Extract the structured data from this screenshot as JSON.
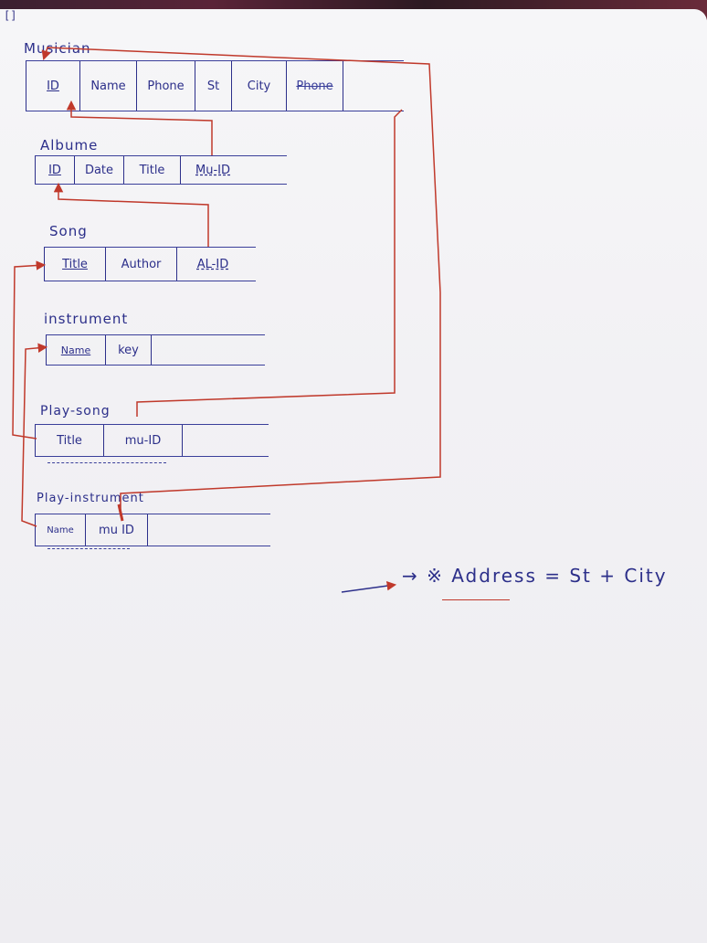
{
  "page_number": "[]",
  "tables": [
    {
      "id": "musician",
      "name": "Musician",
      "columns": [
        {
          "label": "ID",
          "kind": "pk"
        },
        {
          "label": "Name",
          "kind": "plain"
        },
        {
          "label": "Phone",
          "kind": "plain"
        },
        {
          "label": "St",
          "kind": "plain"
        },
        {
          "label": "City",
          "kind": "plain"
        },
        {
          "label": "Phone",
          "kind": "struck"
        }
      ]
    },
    {
      "id": "albume",
      "name": "Albume",
      "columns": [
        {
          "label": "ID",
          "kind": "pk"
        },
        {
          "label": "Date",
          "kind": "plain"
        },
        {
          "label": "Title",
          "kind": "plain"
        },
        {
          "label": "Mu-ID",
          "kind": "fk"
        }
      ]
    },
    {
      "id": "song",
      "name": "Song",
      "columns": [
        {
          "label": "Title",
          "kind": "pk"
        },
        {
          "label": "Author",
          "kind": "plain"
        },
        {
          "label": "AL-ID",
          "kind": "fk"
        }
      ]
    },
    {
      "id": "instrument",
      "name": "instrument",
      "columns": [
        {
          "label": "Name",
          "kind": "pk"
        },
        {
          "label": "key",
          "kind": "plain"
        }
      ]
    },
    {
      "id": "play_song",
      "name": "Play-song",
      "columns": [
        {
          "label": "Title",
          "kind": "plain"
        },
        {
          "label": "mu-ID",
          "kind": "plain"
        }
      ]
    },
    {
      "id": "play_instrument",
      "name": "Play-instrument",
      "columns": [
        {
          "label": "Name",
          "kind": "plain"
        },
        {
          "label": "mu ID",
          "kind": "plain"
        }
      ]
    }
  ],
  "relationships": [
    {
      "from": "Albume.Mu-ID",
      "to": "Musician.ID"
    },
    {
      "from": "Song.AL-ID",
      "to": "Albume.ID"
    },
    {
      "from": "Play-song.Title",
      "to": "Song.Title"
    },
    {
      "from": "Play-song.mu-ID",
      "to": "Musician.ID"
    },
    {
      "from": "Play-instrument.Name",
      "to": "instrument.Name"
    },
    {
      "from": "Play-instrument.mu ID",
      "to": "Musician.ID"
    }
  ],
  "note": {
    "text": "→ ※ Address = St + City"
  },
  "colors": {
    "ink_blue": "#2c2f8a",
    "ink_red": "#c0392b"
  }
}
